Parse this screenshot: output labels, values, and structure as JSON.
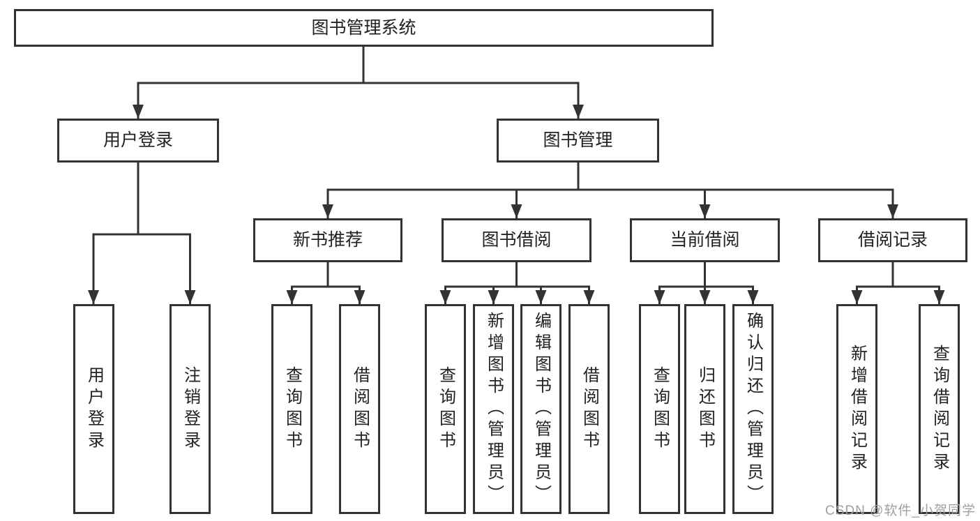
{
  "diagram": {
    "root": {
      "label": "图书管理系统"
    },
    "level2": [
      {
        "label": "用户登录",
        "children": [
          {
            "label": "用户登录"
          },
          {
            "label": "注销登录"
          }
        ]
      },
      {
        "label": "图书管理",
        "children": [
          {
            "label": "新书推荐",
            "children": [
              {
                "label": "查询图书"
              },
              {
                "label": "借阅图书"
              }
            ]
          },
          {
            "label": "图书借阅",
            "children": [
              {
                "label": "查询图书"
              },
              {
                "label": "新增图书（管理员）"
              },
              {
                "label": "编辑图书（管理员）"
              },
              {
                "label": "借阅图书"
              }
            ]
          },
          {
            "label": "当前借阅",
            "children": [
              {
                "label": "查询图书"
              },
              {
                "label": "归还图书"
              },
              {
                "label": "确认归还（管理员）"
              }
            ]
          },
          {
            "label": "借阅记录",
            "children": [
              {
                "label": "新增借阅记录"
              },
              {
                "label": "查询借阅记录"
              }
            ]
          }
        ]
      }
    ],
    "watermark": "CSDN @软件_小贺同学",
    "colors": {
      "line": "#333333",
      "box_border": "#333333",
      "box_background": "#ffffff",
      "text": "#222222",
      "watermark": "#a0a0a0",
      "page_background": "#ffffff"
    }
  }
}
